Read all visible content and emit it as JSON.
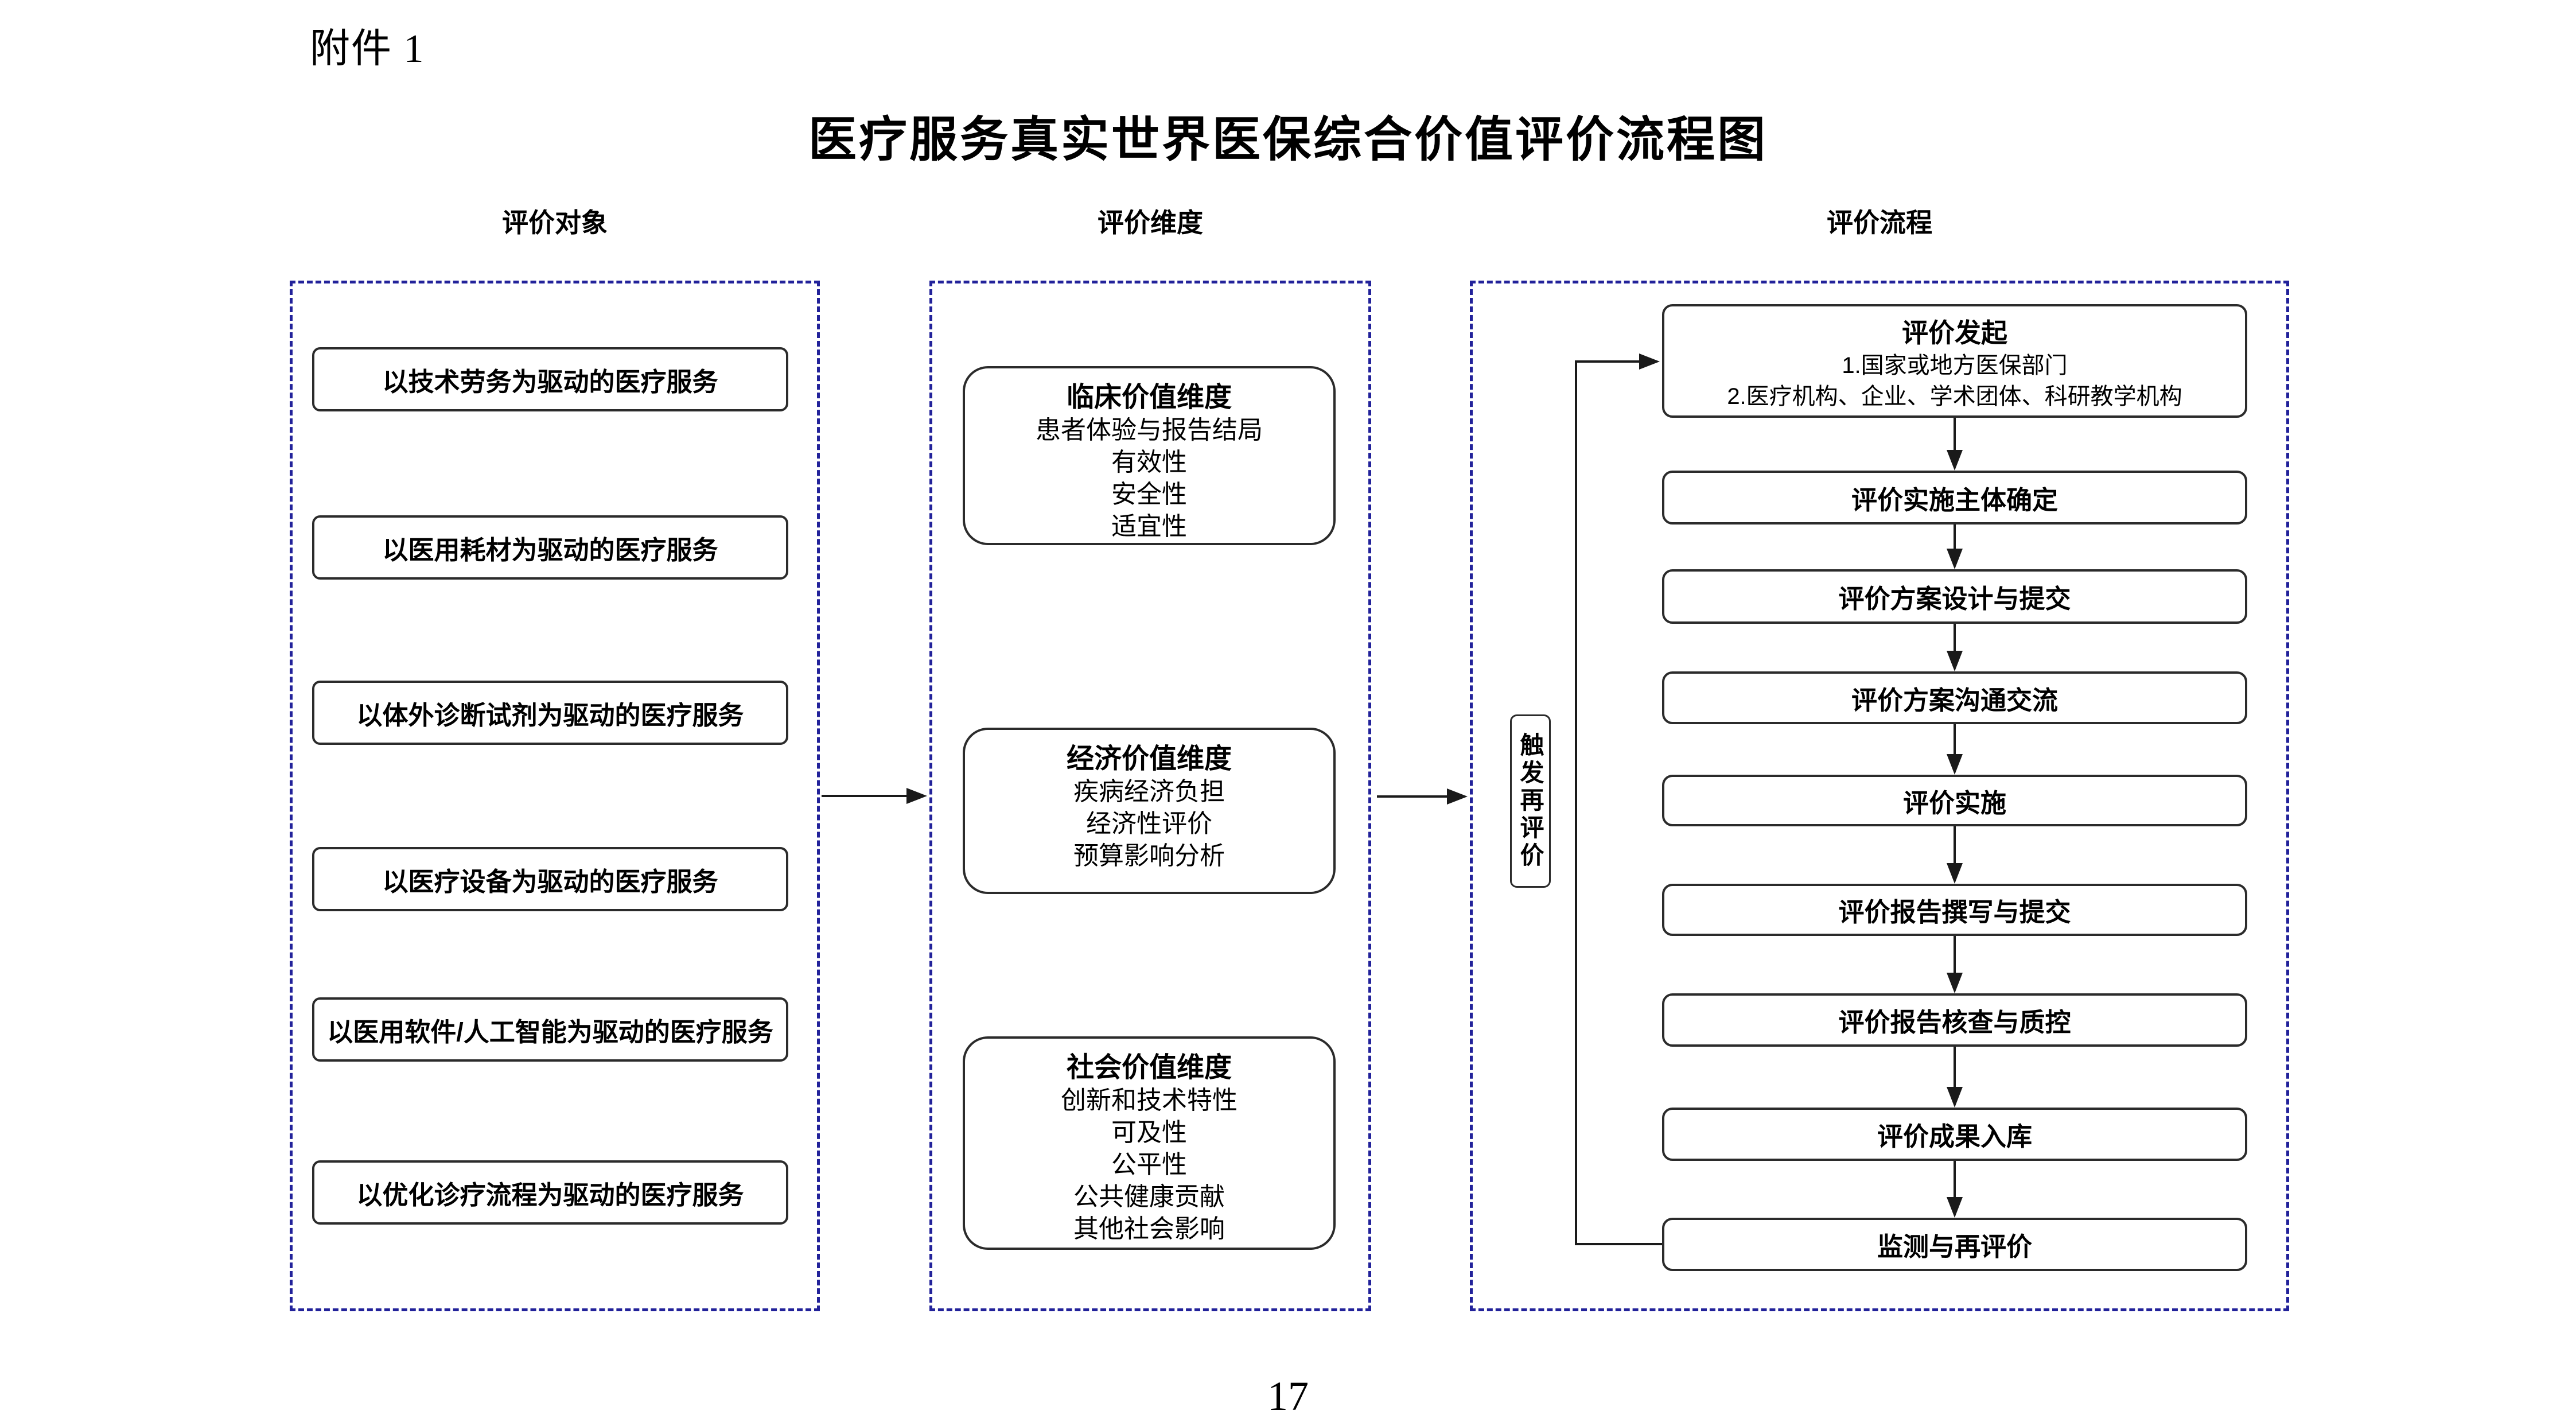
{
  "page": {
    "attachment_label": "附件 1",
    "title": "医疗服务真实世界医保综合价值评价流程图",
    "page_number": "17"
  },
  "columns": {
    "objects": {
      "header": "评价对象",
      "boxes": [
        "以技术劳务为驱动的医疗服务",
        "以医用耗材为驱动的医疗服务",
        "以体外诊断试剂为驱动的医疗服务",
        "以医疗设备为驱动的医疗服务",
        "以医用软件/人工智能为驱动的医疗服务",
        "以优化诊疗流程为驱动的医疗服务"
      ]
    },
    "dimensions": {
      "header": "评价维度",
      "boxes": [
        {
          "title": "临床价值维度",
          "lines": [
            "患者体验与报告结局",
            "有效性",
            "安全性",
            "适宜性"
          ]
        },
        {
          "title": "经济价值维度",
          "lines": [
            "疾病经济负担",
            "经济性评价",
            "预算影响分析"
          ]
        },
        {
          "title": "社会价值维度",
          "lines": [
            "创新和技术特性",
            "可及性",
            "公平性",
            "公共健康贡献",
            "其他社会影响"
          ]
        }
      ]
    },
    "process": {
      "header": "评价流程",
      "start": {
        "title": "评价发起",
        "lines": [
          "1.国家或地方医保部门",
          "2.医疗机构、企业、学术团体、科研教学机构"
        ]
      },
      "steps": [
        "评价实施主体确定",
        "评价方案设计与提交",
        "评价方案沟通交流",
        "评价实施",
        "评价报告撰写与提交",
        "评价报告核查与质控",
        "评价成果入库",
        "监测与再评价"
      ],
      "trigger_label": "触发再评价"
    }
  },
  "colors": {
    "dashed_border": "#22229a",
    "box_border": "#2b2b2b",
    "arrow": "#1a1a1a",
    "text": "#000000",
    "background": "#ffffff"
  }
}
